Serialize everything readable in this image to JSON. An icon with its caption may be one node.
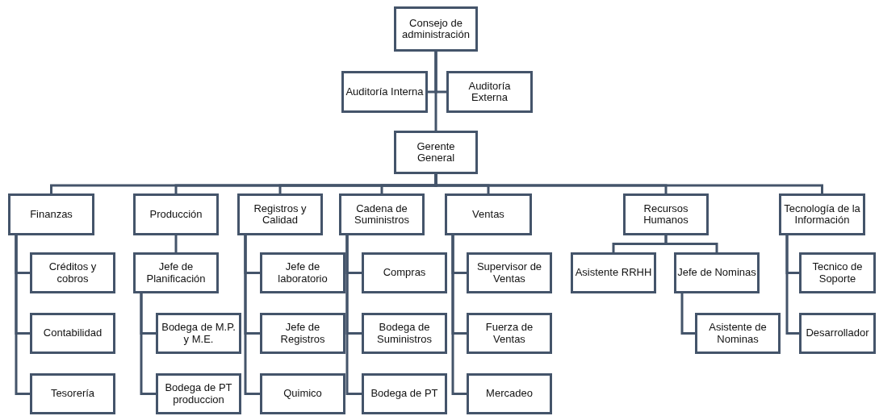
{
  "diagram": {
    "nodes": [
      {
        "text": [
          "Consejo de administración"
        ]
      },
      {
        "text": [
          "Auditoría Interna"
        ]
      },
      {
        "text": [
          "Auditoría Externa"
        ]
      },
      {
        "text": [
          "Gerente General"
        ]
      },
      {
        "text": [
          "Finanzas"
        ]
      },
      {
        "text": [
          "Producción"
        ]
      },
      {
        "text": [
          "Registros y Calidad"
        ]
      },
      {
        "text": [
          "Cadena de Suministros"
        ]
      },
      {
        "text": [
          "Ventas"
        ]
      },
      {
        "text": [
          "Recursos Humanos"
        ]
      },
      {
        "text": [
          "Tecnología de la Información"
        ]
      },
      {
        "text": [
          "Créditos y cobros"
        ]
      },
      {
        "text": [
          "Contabilidad"
        ]
      },
      {
        "text": [
          "Tesorería"
        ]
      },
      {
        "text": [
          "Jefe de Planificación"
        ]
      },
      {
        "text": [
          "Bodega de M.P. y M.E."
        ]
      },
      {
        "text": [
          "Bodega de PT produccion"
        ]
      },
      {
        "text": [
          "Jefe de laboratorio"
        ]
      },
      {
        "text": [
          "Jefe de Registros"
        ]
      },
      {
        "text": [
          "Quimico"
        ]
      },
      {
        "text": [
          "Compras"
        ]
      },
      {
        "text": [
          "Bodega de Suministros"
        ]
      },
      {
        "text": [
          "Bodega de PT"
        ]
      },
      {
        "text": [
          "Supervisor de Ventas"
        ]
      },
      {
        "text": [
          "Fuerza de Ventas"
        ]
      },
      {
        "text": [
          "Mercadeo"
        ]
      },
      {
        "text": [
          "Asistente RRHH"
        ]
      },
      {
        "text": [
          "Jefe de Nominas"
        ]
      },
      {
        "text": [
          "Asistente de Nominas"
        ]
      },
      {
        "text": [
          "Tecnico de Soporte"
        ]
      },
      {
        "text": [
          "Desarrollador"
        ]
      }
    ],
    "edges": [
      {
        "from": 0,
        "to": 1,
        "arrow": "none"
      },
      {
        "from": 0,
        "to": 2,
        "arrow": "none"
      },
      {
        "from": 0,
        "to": 3,
        "arrow": "none"
      },
      {
        "from": 3,
        "to": 4,
        "arrow": "none"
      },
      {
        "from": 3,
        "to": 5,
        "arrow": "none"
      },
      {
        "from": 3,
        "to": 6,
        "arrow": "none"
      },
      {
        "from": 3,
        "to": 7,
        "arrow": "none"
      },
      {
        "from": 3,
        "to": 8,
        "arrow": "none"
      },
      {
        "from": 3,
        "to": 9,
        "arrow": "none"
      },
      {
        "from": 3,
        "to": 10,
        "arrow": "none"
      },
      {
        "from": 4,
        "to": 11,
        "arrow": "none"
      },
      {
        "from": 4,
        "to": 12,
        "arrow": "none"
      },
      {
        "from": 4,
        "to": 13,
        "arrow": "none"
      },
      {
        "from": 5,
        "to": 14,
        "arrow": "none"
      },
      {
        "from": 14,
        "to": 15,
        "arrow": "none"
      },
      {
        "from": 14,
        "to": 16,
        "arrow": "none"
      },
      {
        "from": 6,
        "to": 17,
        "arrow": "none"
      },
      {
        "from": 6,
        "to": 18,
        "arrow": "none"
      },
      {
        "from": 6,
        "to": 19,
        "arrow": "none"
      },
      {
        "from": 7,
        "to": 20,
        "arrow": "none"
      },
      {
        "from": 7,
        "to": 21,
        "arrow": "none"
      },
      {
        "from": 7,
        "to": 22,
        "arrow": "none"
      },
      {
        "from": 8,
        "to": 23,
        "arrow": "none"
      },
      {
        "from": 8,
        "to": 24,
        "arrow": "none"
      },
      {
        "from": 8,
        "to": 25,
        "arrow": "none"
      },
      {
        "from": 9,
        "to": 26,
        "arrow": "none"
      },
      {
        "from": 9,
        "to": 27,
        "arrow": "none"
      },
      {
        "from": 27,
        "to": 28,
        "arrow": "none"
      },
      {
        "from": 10,
        "to": 29,
        "arrow": "none"
      },
      {
        "from": 10,
        "to": 30,
        "arrow": "none"
      }
    ]
  }
}
